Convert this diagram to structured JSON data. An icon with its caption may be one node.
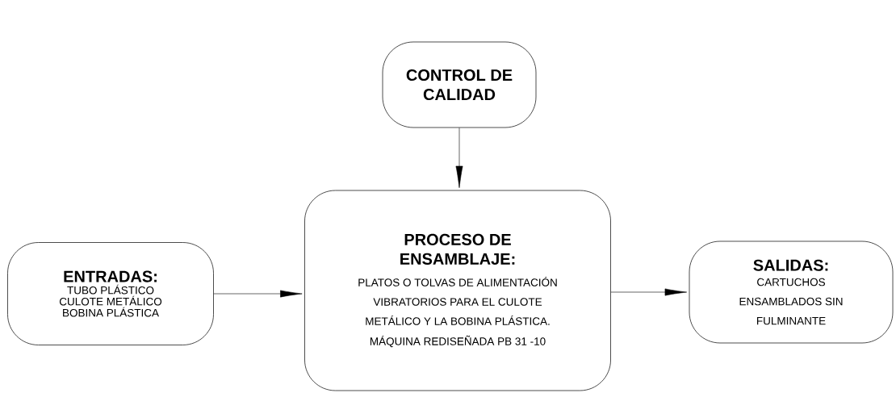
{
  "diagram": {
    "nodes": [
      {
        "text": [
          "CONTROL DE CALIDAD"
        ]
      },
      {
        "text": [
          "ENTRADAS:",
          "TUBO PLÁSTICO",
          "CULOTE METÁLICO",
          "BOBINA PLÁSTICA"
        ]
      },
      {
        "text": [
          "PROCESO DE ENSAMBLAJE:",
          "PLATOS O TOLVAS DE ALIMENTACIÓN VIBRATORIOS PARA EL CULOTE METÁLICO Y LA BOBINA PLÁSTICA.",
          "MÁQUINA REDISEÑADA PB 31 -10"
        ]
      },
      {
        "text": [
          "SALIDAS:",
          "CARTUCHOS ENSAMBLADOS SIN FULMINANTE"
        ]
      }
    ],
    "edges": [
      {
        "from": 0,
        "to": 2,
        "arrow": "to"
      },
      {
        "from": 1,
        "to": 2,
        "arrow": "to"
      },
      {
        "from": 2,
        "to": 3,
        "arrow": "to"
      }
    ]
  }
}
